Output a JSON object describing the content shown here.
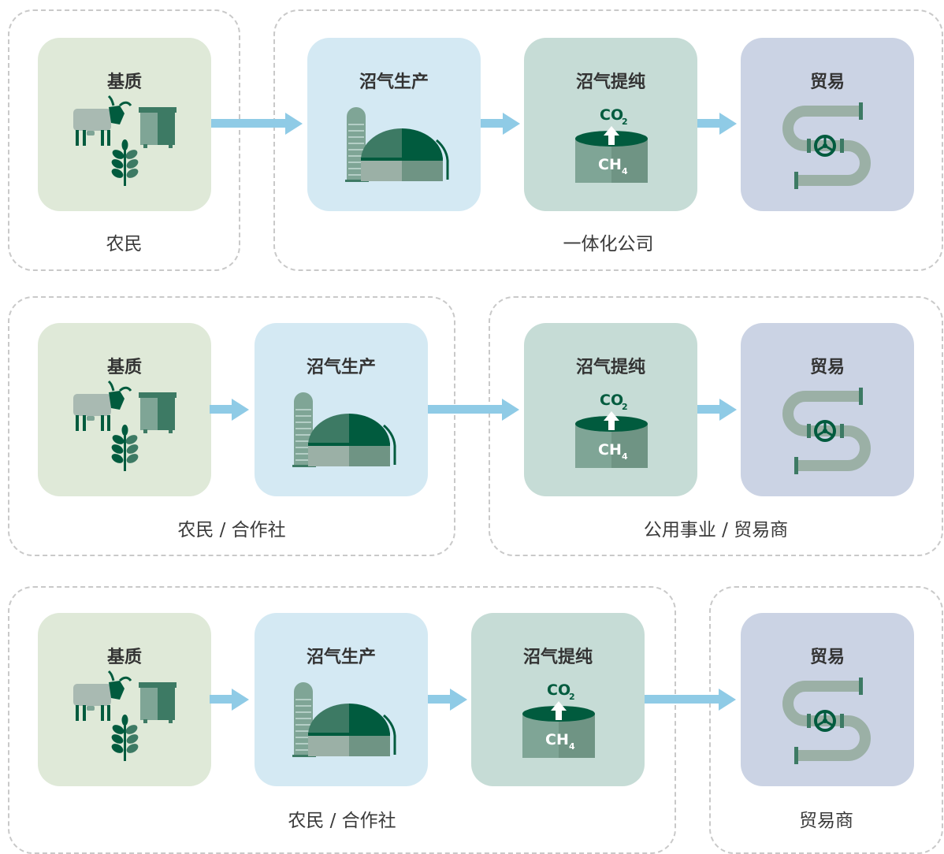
{
  "stage_titles": {
    "substrate": "基质",
    "production": "沼气生产",
    "upgrading": "沼气提纯",
    "trading": "贸易"
  },
  "formula": {
    "co": "CO",
    "two": "2",
    "ch": "CH",
    "four": "4"
  },
  "rows": [
    {
      "groups": [
        "农民",
        "一体化公司"
      ]
    },
    {
      "groups": [
        "农民 / 合作社",
        "公用事业 / 贸易商"
      ]
    },
    {
      "groups": [
        "农民 / 合作社",
        "贸易商"
      ]
    }
  ],
  "colors": {
    "substrate_bg": "#dfe9d8",
    "production_bg": "#d4e9f3",
    "upgrading_bg": "#c6dcd6",
    "trading_bg": "#cbd3e4",
    "arrow": "#8fcbe6",
    "dark_green": "#015b3e",
    "mid_green": "#3d7a64",
    "light_green": "#7fa596",
    "pipe": "#9bb0a6"
  }
}
